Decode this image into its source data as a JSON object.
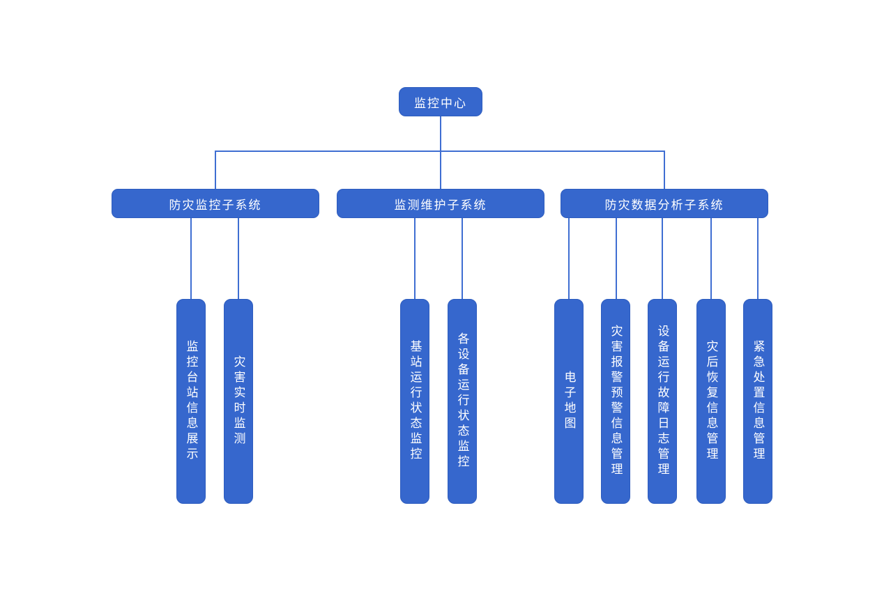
{
  "page": {
    "background_color": "#ffffff"
  },
  "colors": {
    "node_fill": "#3667cd",
    "node_border": "#2d5cbe",
    "connector_line": "#3f6ed2",
    "node_text": "#ffffff"
  },
  "diagram": {
    "type": "org-tree",
    "root": {
      "label": "监控中心"
    },
    "groups": [
      {
        "label": "防灾监控子系统",
        "children": [
          {
            "label": "监控台站信息展示"
          },
          {
            "label": "灾害实时监测"
          }
        ]
      },
      {
        "label": "监测维护子系统",
        "children": [
          {
            "label": "基站运行状态监控"
          },
          {
            "label": "各设备运行状态监控"
          }
        ]
      },
      {
        "label": "防灾数据分析子系统",
        "children": [
          {
            "label": "电子地图"
          },
          {
            "label": "灾害报警预警信息管理"
          },
          {
            "label": "设备运行故障日志管理"
          },
          {
            "label": "灾后恢复信息管理"
          },
          {
            "label": "紧急处置信息管理"
          }
        ]
      }
    ]
  }
}
